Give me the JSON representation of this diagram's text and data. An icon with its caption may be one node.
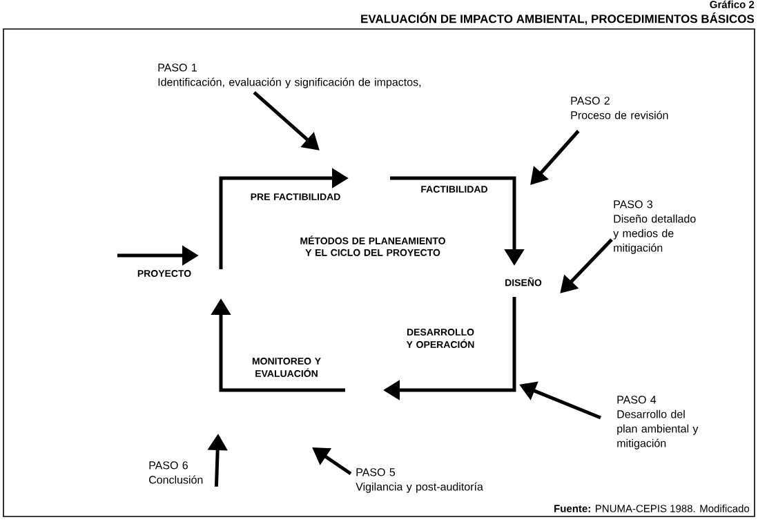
{
  "diagram": {
    "title": "EVALUACIÓN DE IMPACTO AMBIENTAL, PROCEDIMIENTOS BÁSICOS",
    "caption": "**Fuente:** PNUMA-CEPIS 1988. Modificado",
    "nodes": [
      {
        "text": [
          "PASO 1",
          "Identificación, evaluación y significación de impactos,"
        ]
      },
      {
        "text": [
          "PASO 2",
          "Proceso de revisión"
        ]
      },
      {
        "text": [
          "PASO 3",
          "Diseño detallado y medios de mitigación"
        ]
      },
      {
        "text": [
          "PASO 4",
          "Desarrollo del plan ambiental y mitigación"
        ]
      },
      {
        "text": [
          "PASO 5",
          "Vigilancia y post-auditoría"
        ]
      },
      {
        "text": [
          "PASO 6",
          "Conclusión"
        ]
      },
      {
        "text": [
          "PROYECTO"
        ]
      },
      {
        "text": [
          "PRE FACTIBILIDAD"
        ]
      },
      {
        "text": [
          "FACTIBILIDAD"
        ]
      },
      {
        "text": [
          "DISEÑO"
        ]
      },
      {
        "text": [
          "DESARROLLO Y OPERACIÓN"
        ]
      },
      {
        "text": [
          "MONITOREO Y EVALUACIÓN"
        ]
      }
    ],
    "edges": [
      {
        "from": 6,
        "to": 7,
        "arrow": "to"
      },
      {
        "from": 8,
        "to": 9,
        "arrow": "to"
      },
      {
        "from": 9,
        "to": 10,
        "arrow": "to"
      },
      {
        "from": 11,
        "to": 6,
        "arrow": "to"
      },
      {
        "from": null,
        "to": 6,
        "arrow": "to"
      },
      {
        "from": 0,
        "to": null,
        "arrow": "to"
      },
      {
        "from": 1,
        "to": null,
        "arrow": "to"
      },
      {
        "from": 2,
        "to": 9,
        "arrow": "to"
      },
      {
        "from": 3,
        "to": null,
        "arrow": "to"
      },
      {
        "from": 4,
        "to": null,
        "arrow": "to"
      },
      {
        "from": 5,
        "to": null,
        "arrow": "to"
      }
    ],
    "labels": [
      "Gráfico 2",
      "MÉTODOS DE PLANEAMIENTO Y EL CICLO DEL PROYECTO"
    ]
  }
}
